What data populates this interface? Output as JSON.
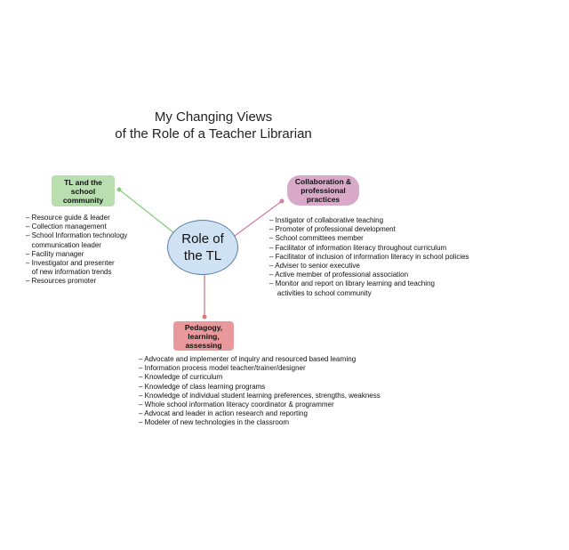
{
  "title": {
    "line1": "My Changing Views",
    "line2": "of the Role of a Teacher Librarian"
  },
  "center": {
    "label": "Role of the TL"
  },
  "branches": {
    "community": {
      "label": "TL and the school community",
      "items": [
        "– Resource guide & leader",
        "– Collection management",
        "– School Information technology",
        "   communication leader",
        "– Facility manager",
        "– Investigator and presenter",
        "   of new information trends",
        "– Resources promoter"
      ]
    },
    "collaboration": {
      "label": "Collaboration & professional practices",
      "items": [
        "– Instigator of collaborative teaching",
        "– Promoter of professional development",
        "– School committees member",
        "– Facilitator of information literacy throughout curriculum",
        "– Facilitator of inclusion of information literacy in school policies",
        "– Adviser to senior executive",
        "– Active member of professional association",
        "– Monitor and report on library learning and teaching",
        "    activities to school community"
      ]
    },
    "pedagogy": {
      "label": "Pedagogy, learning, assessing",
      "items": [
        "– Advocate and implementer of inquiry and resourced based learning",
        "– Information process model teacher/trainer/designer",
        "– Knowledge of curriculum",
        "– Knowledge of class learning programs",
        "– Knowledge of individual student learning preferences, strengths, weakness",
        "– Whole school information literacy coordinator & programmer",
        "– Advocat and leader in action research and reporting",
        "– Modeler of new technologies in the classroom"
      ]
    }
  },
  "colors": {
    "center_fill": "#cfe2f3",
    "center_border": "#5a7fa8",
    "community_fill": "#b9deb0",
    "community_connector": "#8ccc7e",
    "collaboration_fill": "#d9a9c9",
    "collaboration_connector": "#d27fa8",
    "pedagogy_fill": "#e9999b",
    "pedagogy_connector": "#d77b80"
  }
}
